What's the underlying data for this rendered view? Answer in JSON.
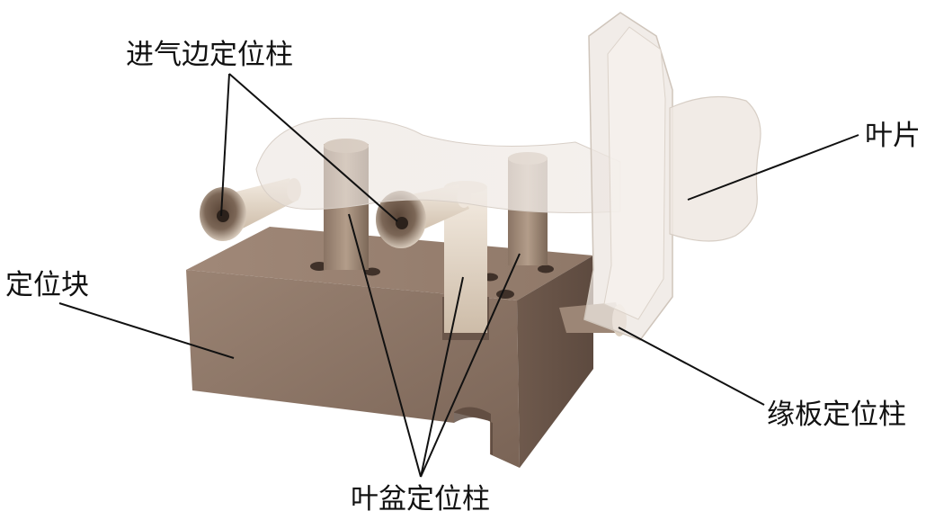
{
  "callouts": {
    "leading_edge_pins": "进气边定位柱",
    "blade": "叶片",
    "locating_block": "定位块",
    "platform_pin": "缘板定位柱",
    "pressure_side_pins": "叶盆定位柱"
  },
  "colors": {
    "block": "#8c7566",
    "pin_metal": "#d6c6b3",
    "blade_ghost": "#f2ece6",
    "leader_line": "#111111"
  }
}
